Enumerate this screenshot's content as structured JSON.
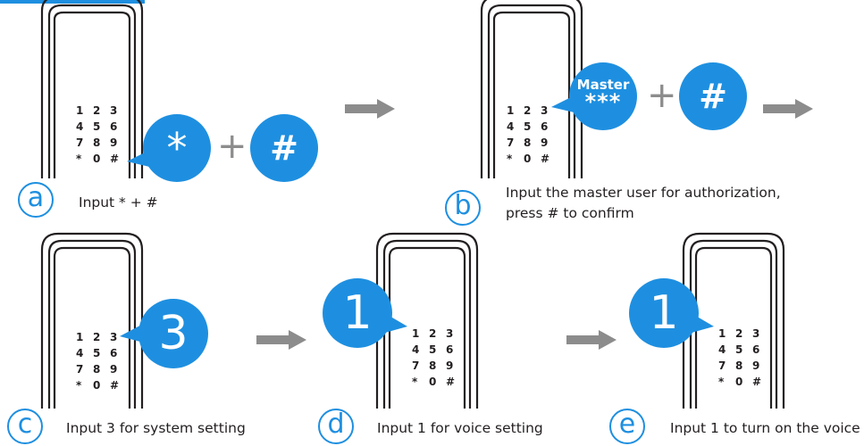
{
  "colors": {
    "accent_blue": "#1e8fe0",
    "frame_dark": "#231f20",
    "arrow_gray": "#8c8c8c"
  },
  "keypad": [
    "1",
    "2",
    "3",
    "4",
    "5",
    "6",
    "7",
    "8",
    "9",
    "*",
    "0",
    "#"
  ],
  "steps": {
    "a": {
      "badge": "a",
      "caption": "Input * + #",
      "bubble1": "*",
      "plus": "+",
      "bubble2": "#"
    },
    "b": {
      "badge": "b",
      "caption_line1": "Input the master user for authorization,",
      "caption_line2": "press # to confirm",
      "bubble1_top": "Master",
      "bubble1_bottom": "***",
      "plus": "+",
      "bubble2": "#"
    },
    "c": {
      "badge": "c",
      "caption": "Input 3 for system setting",
      "bubble": "3"
    },
    "d": {
      "badge": "d",
      "caption": "Input 1 for voice setting",
      "bubble": "1"
    },
    "e": {
      "badge": "e",
      "caption": "Input 1 to turn on the voice",
      "bubble": "1"
    }
  },
  "icons": {
    "next_arrow": "arrow-right-icon",
    "lock": "door-lock-icon"
  }
}
